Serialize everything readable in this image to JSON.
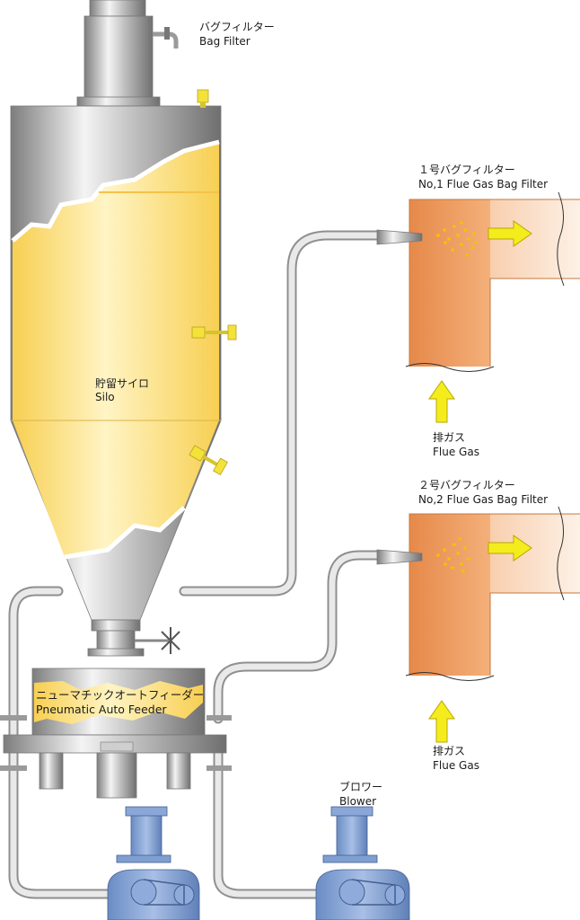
{
  "labels": {
    "bag_filter_jp": "バグフィルター",
    "bag_filter_en": "Bag Filter",
    "silo_jp": "貯留サイロ",
    "silo_en": "Silo",
    "feeder_jp": "ニューマチックオートフィーダー",
    "feeder_en": "Pneumatic Auto  Feeder",
    "blower_jp": "ブロワー",
    "blower_en": "Blower",
    "filter1_jp": "１号バグフィルター",
    "filter1_en": "No,1 Flue Gas Bag Filter",
    "filter2_jp": "２号バグフィルター",
    "filter2_en": "No,2 Flue Gas Bag Filter",
    "flue_gas1_jp": "排ガス",
    "flue_gas1_en": "Flue Gas",
    "flue_gas2_jp": "排ガス",
    "flue_gas2_en": "Flue Gas"
  },
  "colors": {
    "steel_dark": "#8c8c8c",
    "steel_light": "#f2f2f2",
    "powder": "#fbd968",
    "powder_light": "#fff2bd",
    "duct": "#f0a060",
    "arrow": "#f5ec1e",
    "blower": "#7f9fd1",
    "pipe": "#b9b9b9"
  },
  "icons": {
    "valve": "valve-icon",
    "flow_arrow": "flow-arrow-icon"
  }
}
